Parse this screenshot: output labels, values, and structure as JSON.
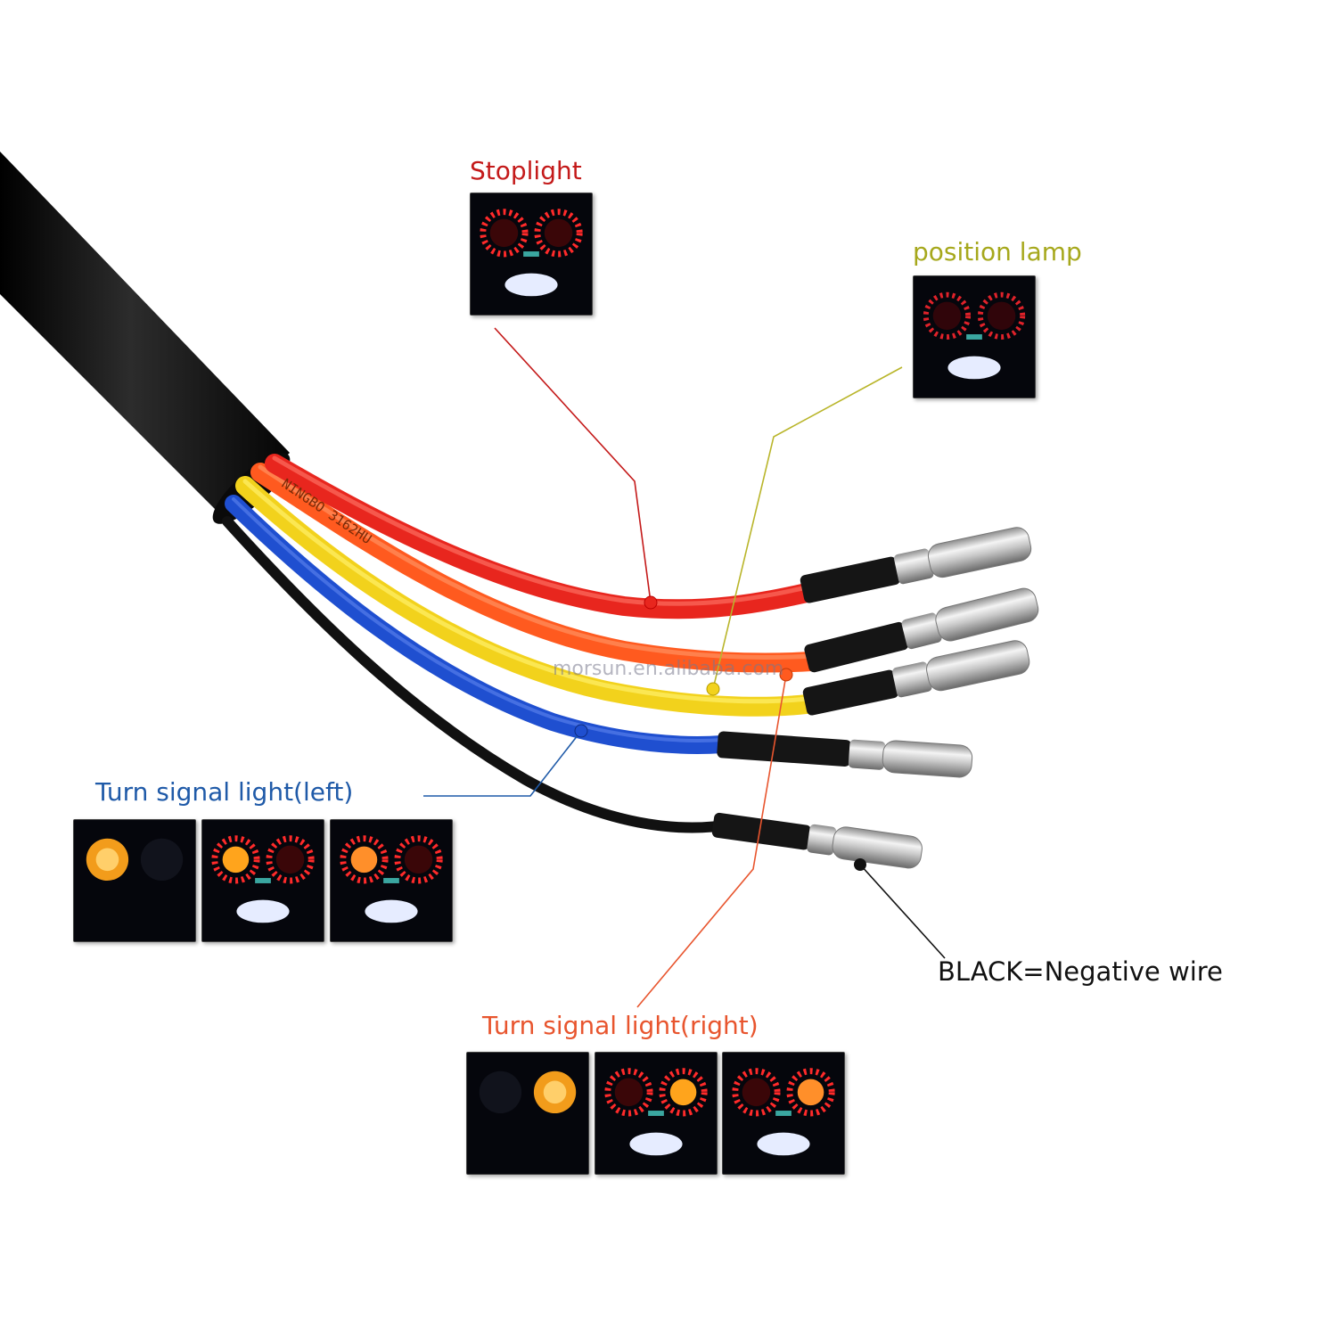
{
  "labels": {
    "stoplight": "Stoplight",
    "position_lamp": "position lamp",
    "turn_left": "Turn signal light(left)",
    "turn_right": "Turn signal light(right)",
    "negative": "BLACK=Negative wire"
  },
  "cable_print": "NINGBO 3162HU",
  "watermark": "morsun.en.alibaba.com",
  "colors": {
    "stoplight_label": "#c41a1a",
    "position_label": "#a6a81c",
    "turn_left_label": "#1f5aa8",
    "turn_right_label": "#e8552e",
    "negative_label": "#111111",
    "red_wire": "#e8261e",
    "orange_wire": "#ff5a1f",
    "yellow_wire": "#f2d21c",
    "blue_wire": "#1f4fd0",
    "black_wire": "#111111",
    "jacket": "#141414",
    "lamp_red": "#ff2a2a",
    "lamp_amber": "#ffa41c",
    "lamp_white": "#e6ecff"
  },
  "icons": {
    "thumbnail": "tail-lamp-photo-icon",
    "connector": "bullet-connector-icon"
  }
}
